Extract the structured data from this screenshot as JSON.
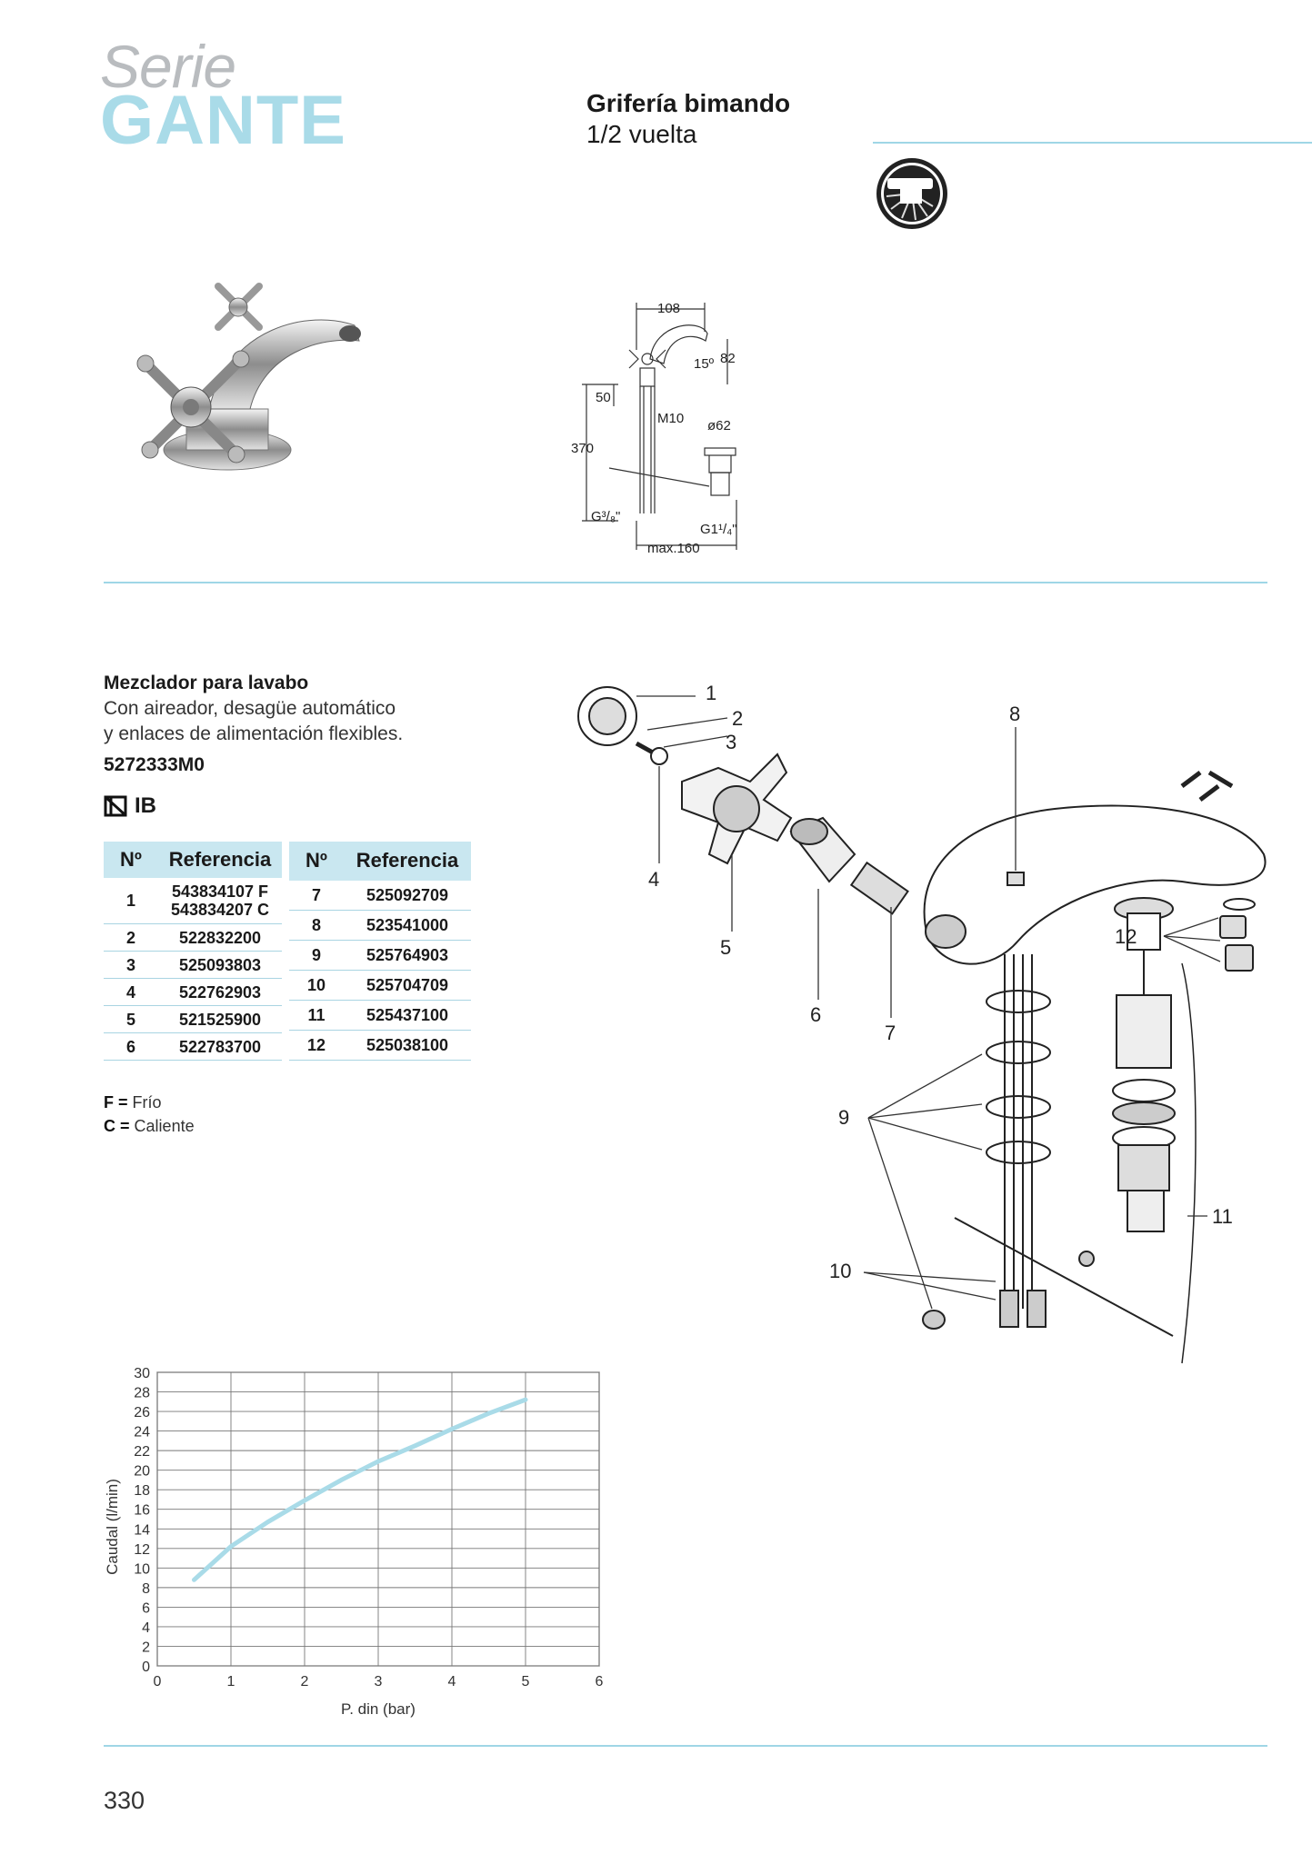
{
  "header": {
    "series_word": "Serie",
    "series_name": "GANTE",
    "title": "Grifería bimando",
    "subtitle": "1/2 vuelta"
  },
  "dimensions": {
    "width_top": "108",
    "angle": "15º",
    "height_spout": "82",
    "d50": "50",
    "m10": "M10",
    "d62": "ø62",
    "h370": "370",
    "g38": "G³/₈\"",
    "g114": "G1¹/₄\"",
    "max160": "max.160"
  },
  "product": {
    "name": "Mezclador para lavabo",
    "description_lines": [
      "Con aireador, desagüe automático",
      "y enlaces de alimentación flexibles."
    ],
    "code": "5272333M0",
    "badge": "IB"
  },
  "table": {
    "headers": [
      "Nº",
      "Referencia",
      "Nº",
      "Referencia"
    ],
    "left_rows": [
      {
        "n": "1",
        "ref": "543834107 F",
        "ref2": "543834207 C"
      },
      {
        "n": "2",
        "ref": "522832200"
      },
      {
        "n": "3",
        "ref": "525093803"
      },
      {
        "n": "4",
        "ref": "522762903"
      },
      {
        "n": "5",
        "ref": "521525900"
      },
      {
        "n": "6",
        "ref": "522783700"
      }
    ],
    "right_rows": [
      {
        "n": "7",
        "ref": "525092709"
      },
      {
        "n": "8",
        "ref": "523541000"
      },
      {
        "n": "9",
        "ref": "525764903"
      },
      {
        "n": "10",
        "ref": "525704709"
      },
      {
        "n": "11",
        "ref": "525437100"
      },
      {
        "n": "12",
        "ref": "525038100"
      }
    ]
  },
  "legend": [
    {
      "key": "F",
      "eq": "=",
      "text": "Frío"
    },
    {
      "key": "C",
      "eq": "=",
      "text": "Caliente"
    }
  ],
  "callouts": [
    "1",
    "2",
    "3",
    "4",
    "5",
    "6",
    "7",
    "8",
    "9",
    "10",
    "11",
    "12"
  ],
  "chart_data": {
    "type": "line",
    "xlabel": "P. din (bar)",
    "ylabel": "Caudal (l/min)",
    "xlim": [
      0,
      6
    ],
    "ylim": [
      0,
      30
    ],
    "xticks": [
      "0",
      "1",
      "2",
      "3",
      "4",
      "5",
      "6"
    ],
    "yticks": [
      "0",
      "2",
      "4",
      "6",
      "8",
      "10",
      "12",
      "14",
      "16",
      "18",
      "20",
      "22",
      "24",
      "26",
      "28",
      "30"
    ],
    "grid": true,
    "series": [
      {
        "color": "#a9dbe8",
        "x": [
          0.5,
          1,
          1.5,
          2,
          2.5,
          3,
          3.5,
          4,
          4.5,
          5
        ],
        "y": [
          8.8,
          12.2,
          14.7,
          16.9,
          19.0,
          20.9,
          22.5,
          24.2,
          25.8,
          27.2
        ]
      }
    ]
  },
  "page_number": "330"
}
